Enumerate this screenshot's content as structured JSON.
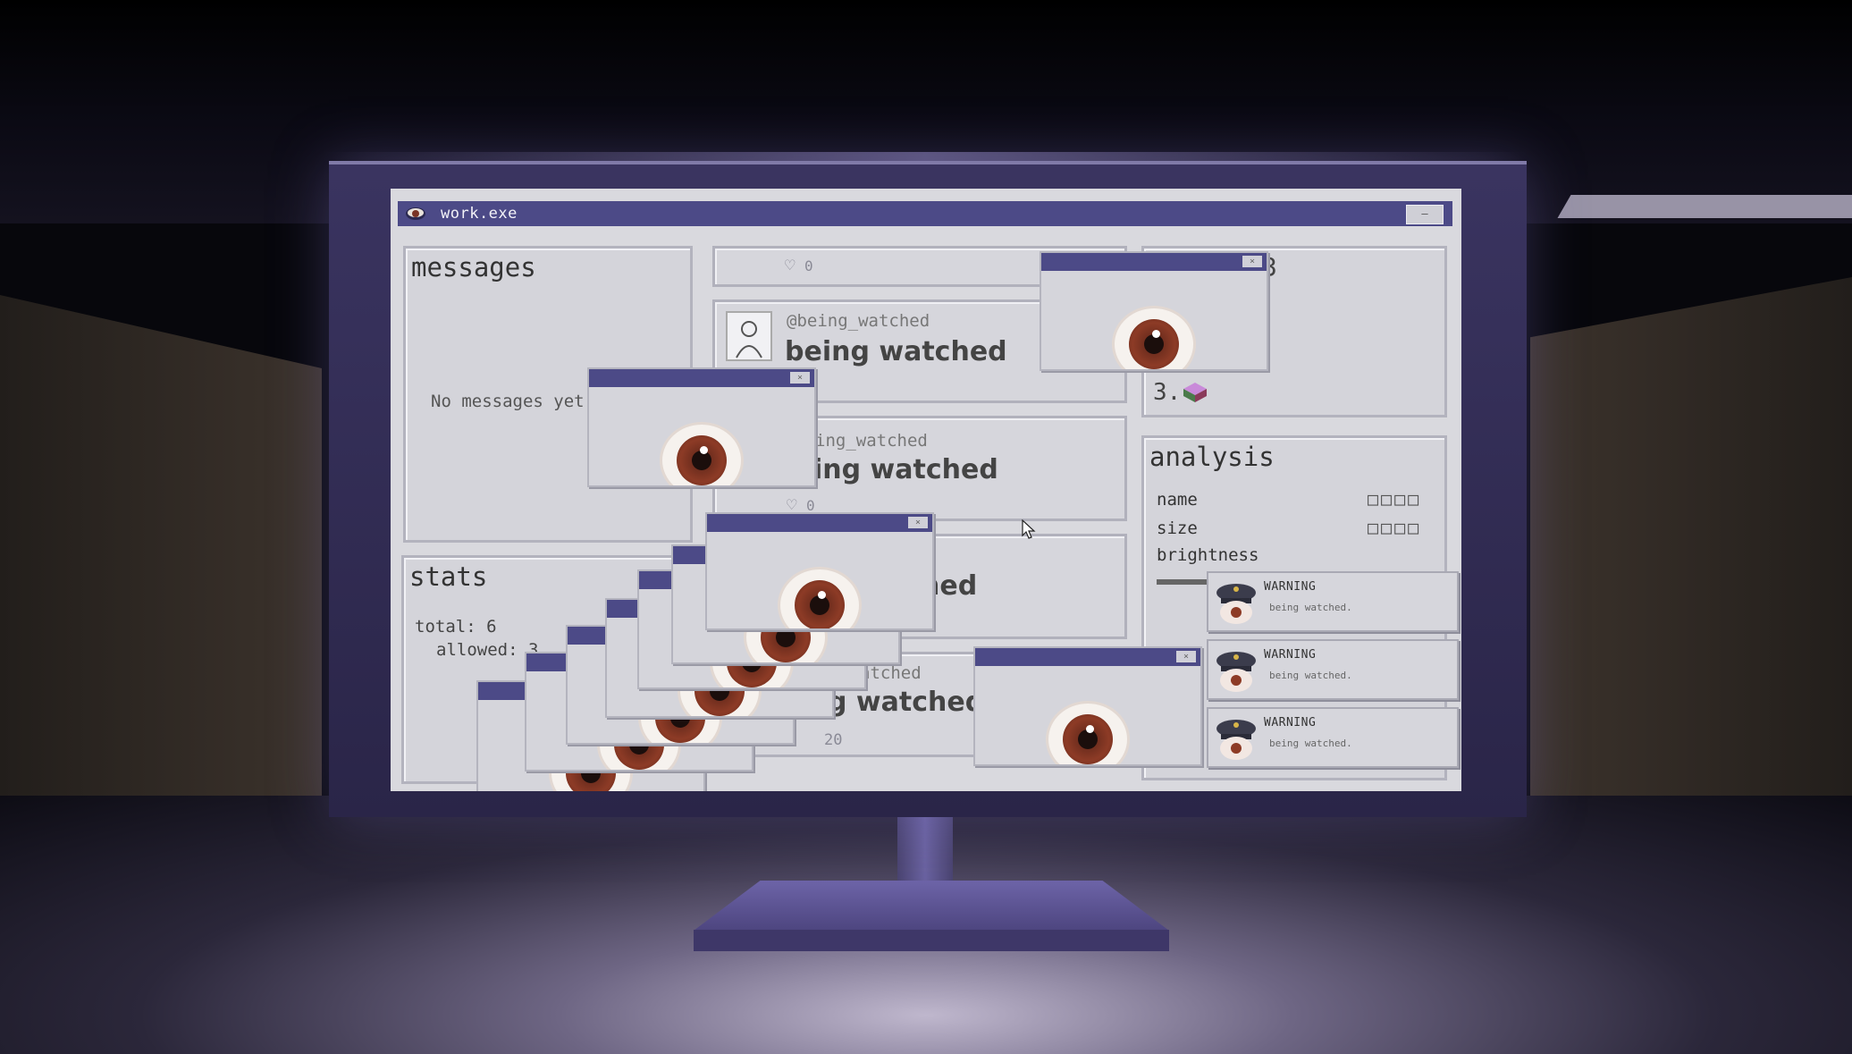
{
  "window": {
    "title": "work.exe",
    "minimize_label": "–"
  },
  "messages": {
    "title": "messages",
    "empty_text": "No messages yet."
  },
  "feed": {
    "posts": [
      {
        "likes": "0"
      },
      {
        "handle": "@being_watched",
        "text": "being watched"
      },
      {
        "handle_fragment": "ing_watched",
        "text_fragment": "ing watched",
        "likes": "0"
      },
      {
        "text_fragment": "hed"
      },
      {
        "handle_fragment": "atched",
        "text_fragment": "g watched",
        "likes_fragment": "20"
      }
    ]
  },
  "ranking": {
    "partial_number": "3",
    "item_3_label": "3."
  },
  "stats": {
    "title": "stats",
    "total_line": "total: 6",
    "allowed_line": "allowed: 3"
  },
  "analysis": {
    "title": "analysis",
    "name_label": "name",
    "name_value": "□□□□",
    "size_label": "size",
    "size_value": "□□□□",
    "brightness_label": "brightness"
  },
  "warnings": [
    {
      "title": "WARNING",
      "text": "being watched."
    },
    {
      "title": "WARNING",
      "text": "being watched."
    },
    {
      "title": "WARNING",
      "text": "being watched."
    }
  ],
  "icons": {
    "app": "eye-icon",
    "avatar": "user-avatar-icon",
    "heart": "heart-icon",
    "popup": "staring-eye-icon",
    "warning": "police-officer-icon",
    "cursor": "mouse-pointer-icon"
  },
  "colors": {
    "titlebar": "#4c4a87",
    "screen_bg": "#d9d9de",
    "monitor": "#3a3460",
    "iris": "#8d3b26"
  }
}
